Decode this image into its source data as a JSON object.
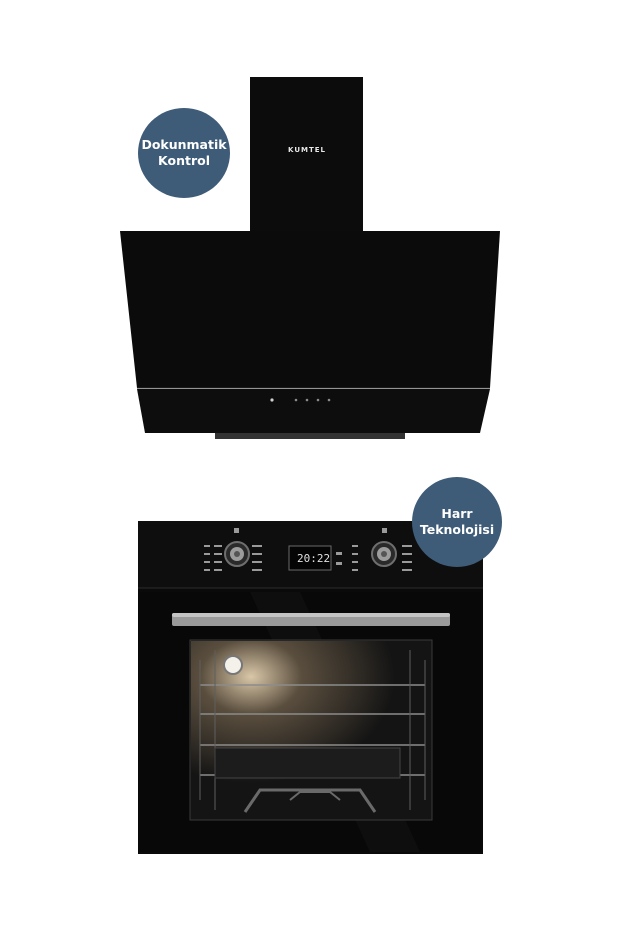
{
  "badges": {
    "touch_control": {
      "line1": "Dokunmatik",
      "line2": "Kontrol"
    },
    "harr": {
      "line1": "Harr",
      "line2": "Teknolojisi"
    }
  },
  "hood": {
    "brand": "KUMTEL"
  },
  "oven": {
    "display_value": "20:22"
  },
  "colors": {
    "badge": "#3e5b77",
    "appliance_black": "#0b0b0b",
    "handle": "#9a9a9a",
    "background": "#ffffff"
  }
}
